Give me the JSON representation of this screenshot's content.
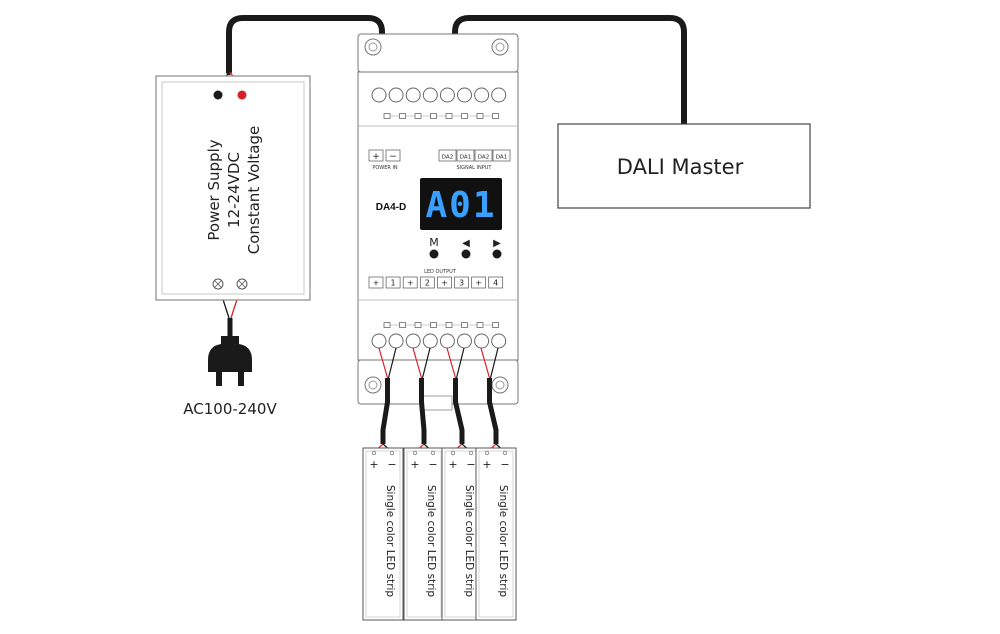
{
  "power_supply": {
    "line1": "Power Supply",
    "line2": "12-24VDC",
    "line3": "Constant Voltage"
  },
  "ac_label": "AC100-240V",
  "dali_master": {
    "label": "DALI Master"
  },
  "controller": {
    "model": "DA4-D",
    "display": "A01",
    "power_in_label": "POWER IN",
    "signal_input_label": "SIGNAL INPUT",
    "led_output_label": "LED OUTPUT",
    "power_terminals": [
      "+",
      "−"
    ],
    "signal_terminals": [
      "DA2",
      "DA1",
      "DA2",
      "DA1"
    ],
    "output_terminals": [
      "+",
      "1",
      "+",
      "2",
      "+",
      "3",
      "+",
      "4"
    ],
    "buttons": [
      "M",
      "◀",
      "▶"
    ]
  },
  "led_strips": [
    {
      "label": "Single color LED strip",
      "plus": "+",
      "minus": "−"
    },
    {
      "label": "Single color LED strip",
      "plus": "+",
      "minus": "−"
    },
    {
      "label": "Single color LED strip",
      "plus": "+",
      "minus": "−"
    },
    {
      "label": "Single color LED strip",
      "plus": "+",
      "minus": "−"
    }
  ],
  "colors": {
    "line": "#333333",
    "cable": "#1a1a1a",
    "red_wire": "#d92027",
    "display_bg": "#111111",
    "display_digits": "#3aa0ff"
  }
}
